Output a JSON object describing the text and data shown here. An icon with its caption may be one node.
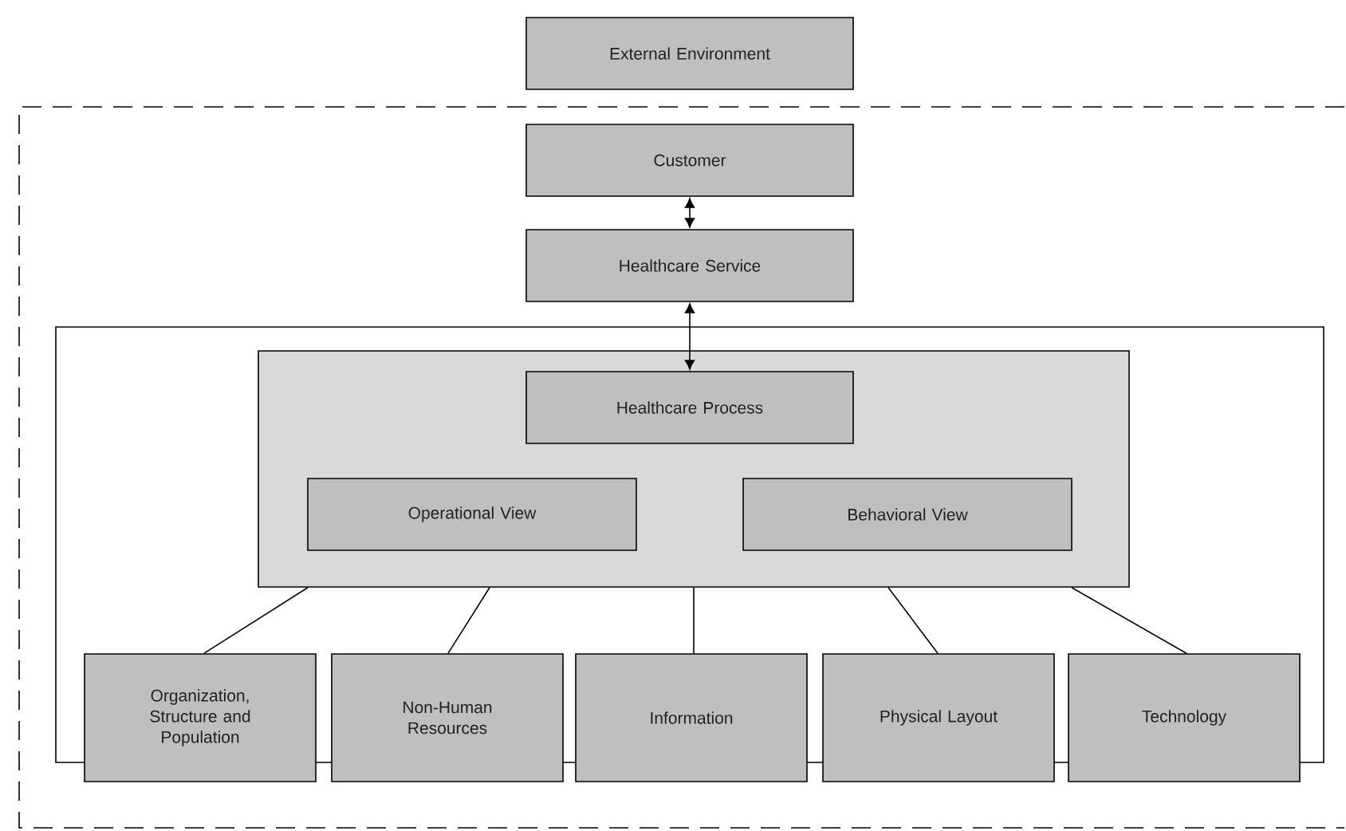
{
  "diagram": {
    "nodes": [
      {
        "text": [
          "External Environment"
        ]
      },
      {
        "text": [],
        "shape": "box"
      },
      {
        "text": [
          "Customer"
        ],
        "in": 1
      },
      {
        "text": [
          "Healthcare Service"
        ],
        "in": 1
      },
      {
        "text": [],
        "shape": "box",
        "in": 1
      },
      {
        "text": [],
        "shape": "box",
        "in": 4
      },
      {
        "text": [
          "Healthcare Process"
        ],
        "in": 5
      },
      {
        "text": [
          "Operational View"
        ],
        "in": 5
      },
      {
        "text": [
          "Behavioral View"
        ],
        "in": 5
      },
      {
        "text": [
          "Organization, Structure and Population"
        ],
        "in": 4
      },
      {
        "text": [
          "Non-Human Resources"
        ],
        "in": 4
      },
      {
        "text": [
          "Information"
        ],
        "in": 4
      },
      {
        "text": [
          "Physical Layout"
        ],
        "in": 4
      },
      {
        "text": [
          "Technology"
        ],
        "in": 4
      }
    ],
    "edges": [
      {
        "from": 2,
        "to": 3,
        "arrow": "both"
      },
      {
        "from": 3,
        "to": 6,
        "arrow": "both"
      },
      {
        "from": 5,
        "to": 9,
        "arrow": "none"
      },
      {
        "from": 5,
        "to": 10,
        "arrow": "none"
      },
      {
        "from": 5,
        "to": 11,
        "arrow": "none"
      },
      {
        "from": 5,
        "to": 12,
        "arrow": "none"
      },
      {
        "from": 5,
        "to": 13,
        "arrow": "none"
      }
    ]
  }
}
